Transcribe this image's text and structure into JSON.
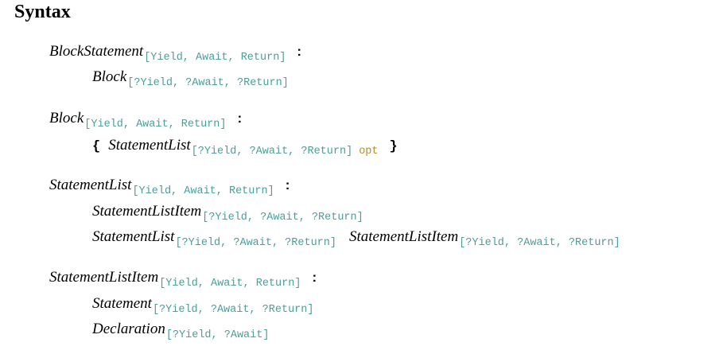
{
  "heading": "Syntax",
  "colon": ":",
  "productions": [
    {
      "lhs": {
        "name": "BlockStatement",
        "params": "[Yield, Await, Return]"
      },
      "rhs": [
        {
          "name": "Block",
          "params": "[?Yield, ?Await, ?Return]"
        }
      ]
    },
    {
      "lhs": {
        "name": "Block",
        "params": "[Yield, Await, Return]"
      },
      "rhs": [
        {
          "open": "{",
          "name": "StatementList",
          "params": "[?Yield, ?Await, ?Return]",
          "opt": "opt",
          "close": "}"
        }
      ]
    },
    {
      "lhs": {
        "name": "StatementList",
        "params": "[Yield, Await, Return]"
      },
      "rhs": [
        {
          "name": "StatementListItem",
          "params": "[?Yield, ?Await, ?Return]"
        },
        {
          "name": "StatementList",
          "params": "[?Yield, ?Await, ?Return]",
          "name2": "StatementListItem",
          "params2": "[?Yield, ?Await, ?Return]"
        }
      ]
    },
    {
      "lhs": {
        "name": "StatementListItem",
        "params": "[Yield, Await, Return]"
      },
      "rhs": [
        {
          "name": "Statement",
          "params": "[?Yield, ?Await, ?Return]"
        },
        {
          "name": "Declaration",
          "params": "[?Yield, ?Await]"
        }
      ]
    }
  ]
}
